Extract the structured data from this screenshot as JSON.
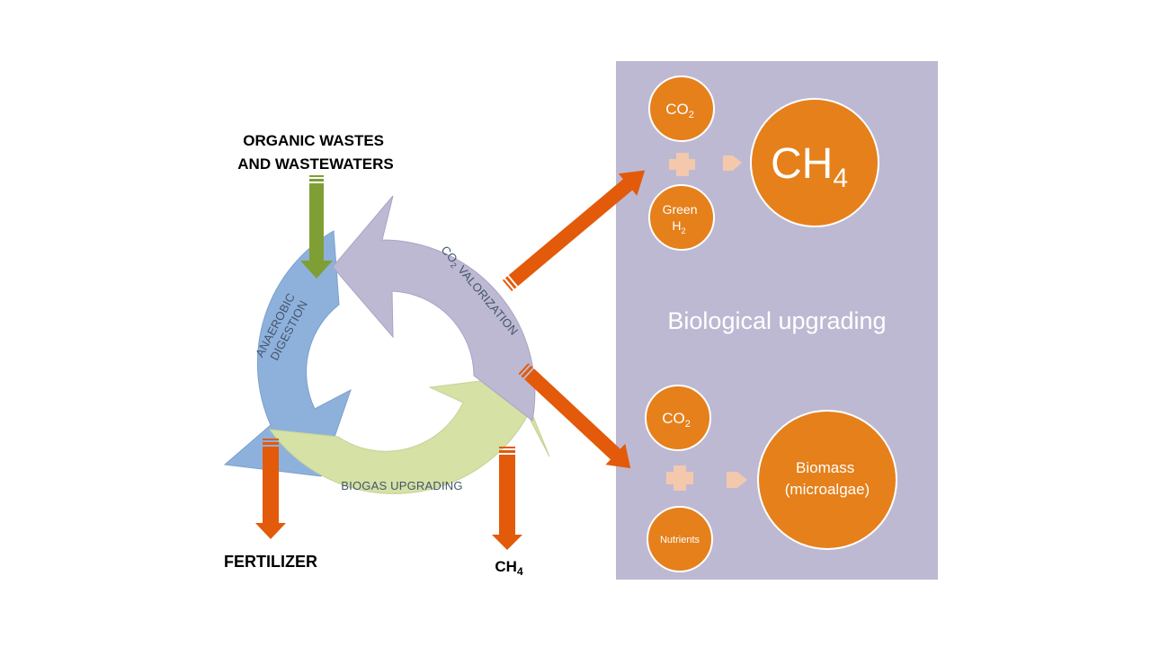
{
  "inputs": {
    "organic_line1": "ORGANIC WASTES",
    "organic_line2": "AND WASTEWATERS"
  },
  "cycle": {
    "anaerobic_line1": "ANAEROBIC",
    "anaerobic_line2": "DIGESTION",
    "co2_prefix": "CO",
    "co2_sub": "2",
    "co2_suffix": " VALORIZATION",
    "biogas": "BIOGAS UPGRADING"
  },
  "outputs": {
    "fertilizer": "FERTILIZER",
    "ch4_main": "CH",
    "ch4_sub": "4"
  },
  "panel": {
    "title": "Biological upgrading",
    "top": {
      "co2_main": "CO",
      "co2_sub": "2",
      "h2_line1": "Green",
      "h2_main": "H",
      "h2_sub": "2",
      "product_main": "CH",
      "product_sub": "4"
    },
    "bottom": {
      "co2_main": "CO",
      "co2_sub": "2",
      "nutrients": "Nutrients",
      "product_line1": "Biomass",
      "product_line2": "(microalgae)"
    }
  },
  "colors": {
    "panel_bg": "#bdb9d3",
    "orange_circle": "#e5801b",
    "orange_arrow": "#e25a0a",
    "green_arrow": "#7f9f35",
    "blue_segment": "#8eb1dc",
    "lilac_segment": "#bdb9d3",
    "green_segment": "#d5e1a5",
    "connector": "#f4c8ac"
  }
}
